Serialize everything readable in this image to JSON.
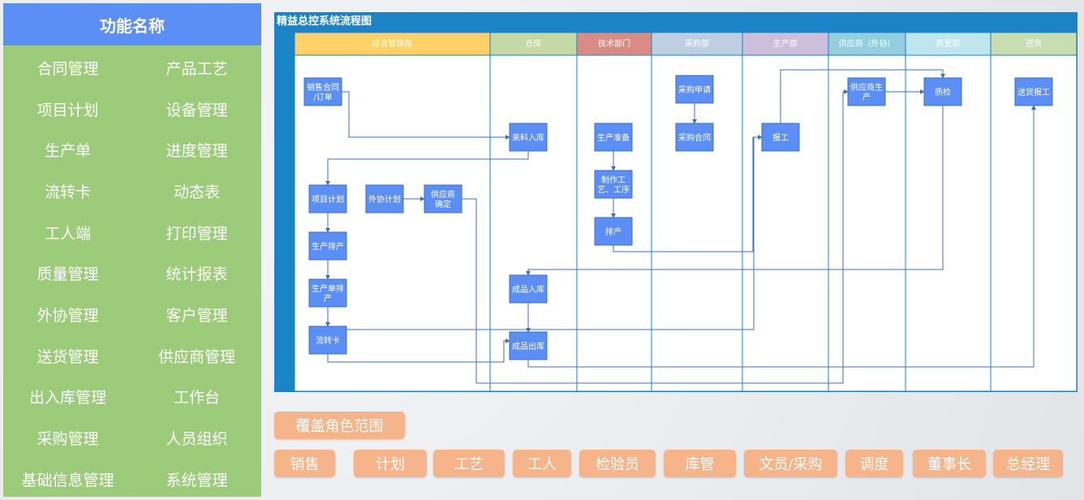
{
  "sidebar": {
    "title": "功能名称",
    "items": [
      "合同管理",
      "产品工艺",
      "项目计划",
      "设备管理",
      "生产单",
      "进度管理",
      "流转卡",
      "动态表",
      "工人端",
      "打印管理",
      "质量管理",
      "统计报表",
      "外协管理",
      "客户管理",
      "送货管理",
      "供应商管理",
      "出入库管理",
      "工作台",
      "采购管理",
      "人员组织",
      "基础信息管理",
      "系统管理"
    ]
  },
  "flow": {
    "title": "精益总控系统流程图",
    "lanes": [
      {
        "label": "综合管理部",
        "color": "#ffd166"
      },
      {
        "label": "仓库",
        "color": "#c5d9a6"
      },
      {
        "label": "技术部门",
        "color": "#d98c85"
      },
      {
        "label": "采购部",
        "color": "#bfcfe3"
      },
      {
        "label": "生产部",
        "color": "#cbbfdc"
      },
      {
        "label": "供应商（外协）",
        "color": "#93cfe0"
      },
      {
        "label": "质量部",
        "color": "#bfe6ef"
      },
      {
        "label": "送货",
        "color": "#c8deb2"
      }
    ],
    "nodes": [
      {
        "id": "sales",
        "label": "销售合同\n/订单"
      },
      {
        "id": "plan",
        "label": "项目计划"
      },
      {
        "id": "outplan",
        "label": "外协计划"
      },
      {
        "id": "supsel",
        "label": "供应商\n确定"
      },
      {
        "id": "prodsch",
        "label": "生产排产"
      },
      {
        "id": "prodorder",
        "label": "生产单排\n产"
      },
      {
        "id": "card",
        "label": "流转卡"
      },
      {
        "id": "inbound",
        "label": "来料入库"
      },
      {
        "id": "fgin",
        "label": "成品入库"
      },
      {
        "id": "fgout",
        "label": "成品出库"
      },
      {
        "id": "prep",
        "label": "生产准备"
      },
      {
        "id": "craft",
        "label": "制作工\n艺、工序"
      },
      {
        "id": "sched",
        "label": "排产"
      },
      {
        "id": "preq",
        "label": "采购申请"
      },
      {
        "id": "pcon",
        "label": "采购合同"
      },
      {
        "id": "report",
        "label": "报工"
      },
      {
        "id": "supprod",
        "label": "供应商生\n产"
      },
      {
        "id": "qc",
        "label": "质检"
      },
      {
        "id": "delivery",
        "label": "送货报工"
      }
    ]
  },
  "roles": {
    "title": "覆盖角色范围",
    "items": [
      "销售",
      "计划",
      "工艺",
      "工人",
      "检验员",
      "库管",
      "文员/采购",
      "调度",
      "董事长",
      "总经理"
    ]
  }
}
